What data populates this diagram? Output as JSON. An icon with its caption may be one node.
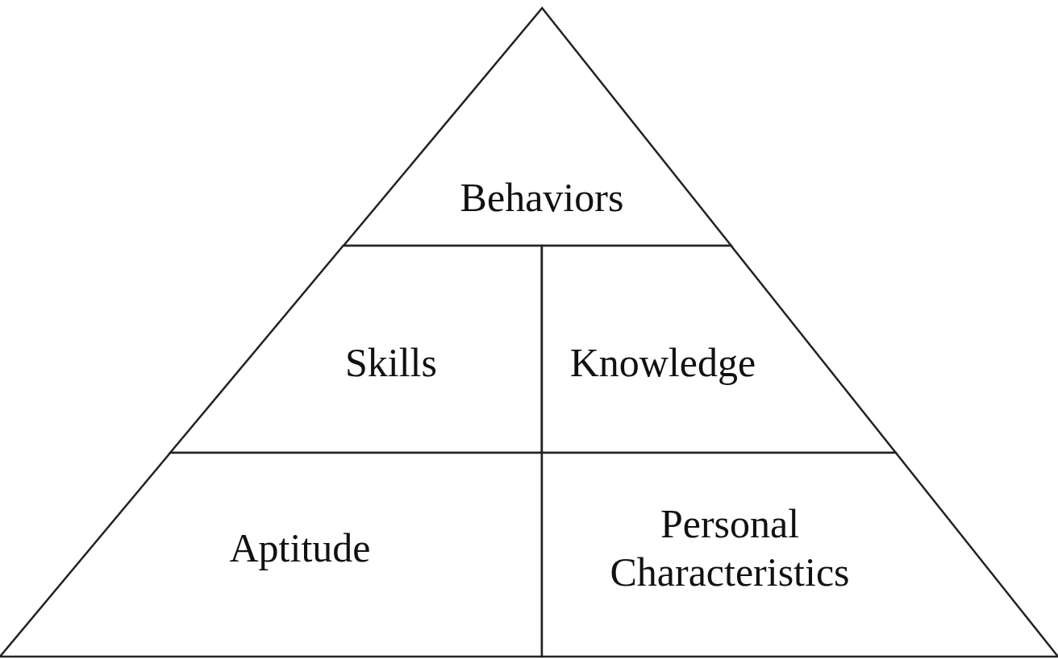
{
  "diagram": {
    "nodes": [
      {
        "text": [
          "Behaviors"
        ]
      },
      {
        "text": [
          "Skills"
        ]
      },
      {
        "text": [
          "Knowledge"
        ]
      },
      {
        "text": [
          "Aptitude"
        ]
      },
      {
        "text": [
          "Personal Characteristics"
        ]
      }
    ]
  }
}
